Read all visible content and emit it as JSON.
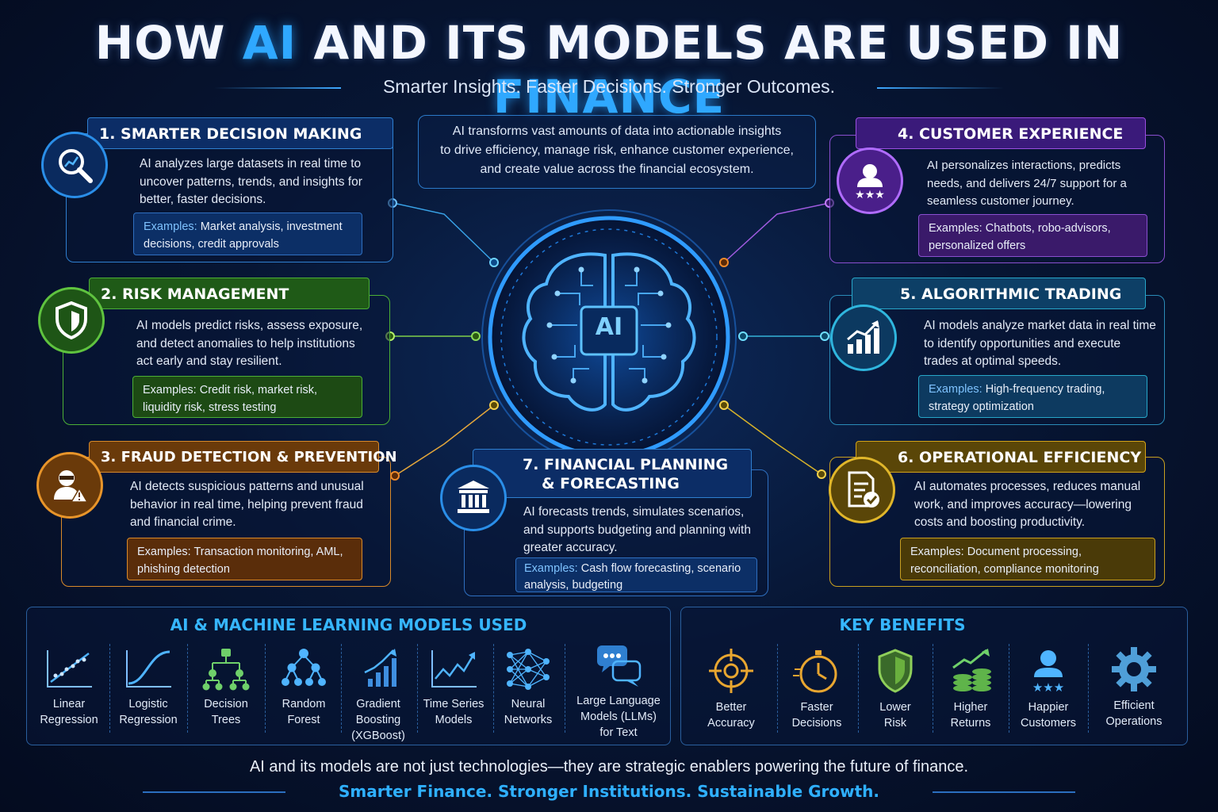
{
  "header": {
    "title_pre": "HOW ",
    "title_ai": "AI",
    "title_mid": " AND ITS MODELS ARE USED IN ",
    "title_fin": "FINANCE",
    "subtitle": "Smarter Insights. Faster Decisions. Stronger Outcomes."
  },
  "intro": {
    "line1": "AI transforms vast amounts of data into actionable insights",
    "line2": "to drive efficiency, manage risk, enhance customer experience,",
    "line3": "and create value across the financial ecosystem."
  },
  "center": {
    "label": "AI"
  },
  "cards": [
    {
      "title": "1. SMARTER DECISION MAKING",
      "desc": "AI analyzes large datasets in real time to uncover patterns, trends, and insights for better, faster decisions.",
      "ex_label": "Examples:",
      "ex_text": " Market analysis, investment decisions, credit approvals",
      "color": "#2a8ee8",
      "icon": "magnifier-chart-icon"
    },
    {
      "title": "2. RISK MANAGEMENT",
      "desc": "AI models predict risks, assess exposure, and detect anomalies to help institutions act early and stay resilient.",
      "ex_label": "Examples:",
      "ex_text": " Credit risk, market risk, liquidity risk, stress testing",
      "color": "#4caf36",
      "icon": "shield-icon"
    },
    {
      "title": "3. FRAUD DETECTION & PREVENTION",
      "desc": "AI detects suspicious patterns and unusual behavior in real time, helping prevent fraud and financial crime.",
      "ex_label": "Examples:",
      "ex_text": " Transaction monitoring, AML, phishing detection",
      "color": "#e0821e",
      "icon": "masked-person-warning-icon"
    },
    {
      "title": "4. CUSTOMER EXPERIENCE",
      "desc": "AI personalizes interactions, predicts needs, and delivers 24/7 support for a seamless customer journey.",
      "ex_label": "Examples:",
      "ex_text": " Chatbots, robo-advisors, personalized offers",
      "color": "#9a4fe0",
      "icon": "user-rating-icon"
    },
    {
      "title": "5.  ALGORITHMIC TRADING",
      "desc": "AI models analyze market data in real time to identify opportunities and execute trades at optimal speeds.",
      "ex_label": "Examples:",
      "ex_text": " High-frequency trading, strategy optimization",
      "color": "#27a6c8",
      "icon": "trend-bars-icon"
    },
    {
      "title": "6. OPERATIONAL EFFICIENCY",
      "desc": "AI automates processes, reduces manual work, and improves accuracy—lowering costs and boosting productivity.",
      "ex_label": "Examples:",
      "ex_text": " Document processing, reconciliation, compliance monitoring",
      "color": "#d4a418",
      "icon": "document-check-icon"
    },
    {
      "title_l1": "7. FINANCIAL PLANNING",
      "title_l2": "& FORECASTING",
      "desc": "AI forecasts trends, simulates scenarios, and supports budgeting and planning with greater accuracy.",
      "ex_label": "Examples:",
      "ex_text": " Cash flow forecasting, scenario analysis, budgeting",
      "color": "#2a8ee8",
      "icon": "bank-icon"
    }
  ],
  "models": {
    "title": "AI & MACHINE LEARNING MODELS USED",
    "items": [
      {
        "l1": "Linear",
        "l2": "Regression",
        "l3": "",
        "icon": "linear-regression-icon"
      },
      {
        "l1": "Logistic",
        "l2": "Regression",
        "l3": "",
        "icon": "logistic-curve-icon"
      },
      {
        "l1": "Decision",
        "l2": "Trees",
        "l3": "",
        "icon": "decision-tree-icon"
      },
      {
        "l1": "Random",
        "l2": "Forest",
        "l3": "",
        "icon": "random-forest-icon"
      },
      {
        "l1": "Gradient",
        "l2": "Boosting",
        "l3": "(XGBoost)",
        "icon": "gradient-boosting-icon"
      },
      {
        "l1": "Time Series",
        "l2": "Models",
        "l3": "",
        "icon": "time-series-icon"
      },
      {
        "l1": "Neural",
        "l2": "Networks",
        "l3": "",
        "icon": "neural-network-icon"
      },
      {
        "l1": "Large Language",
        "l2": "Models (LLMs)",
        "l3": "for Text",
        "icon": "chat-bubbles-icon"
      }
    ]
  },
  "benefits": {
    "title": "KEY BENEFITS",
    "items": [
      {
        "l1": "Better",
        "l2": "Accuracy",
        "icon": "target-icon"
      },
      {
        "l1": "Faster",
        "l2": "Decisions",
        "icon": "stopwatch-icon"
      },
      {
        "l1": "Lower",
        "l2": "Risk",
        "icon": "shield-icon"
      },
      {
        "l1": "Higher",
        "l2": "Returns",
        "icon": "coins-growth-icon"
      },
      {
        "l1": "Happier",
        "l2": "Customers",
        "icon": "user-stars-icon"
      },
      {
        "l1": "Efficient",
        "l2": "Operations",
        "icon": "gear-icon"
      }
    ]
  },
  "footer": {
    "line1": "AI and its models are not just technologies—they are strategic enablers powering the future of finance.",
    "line2": "Smarter Finance. Stronger Institutions. Sustainable Growth."
  }
}
